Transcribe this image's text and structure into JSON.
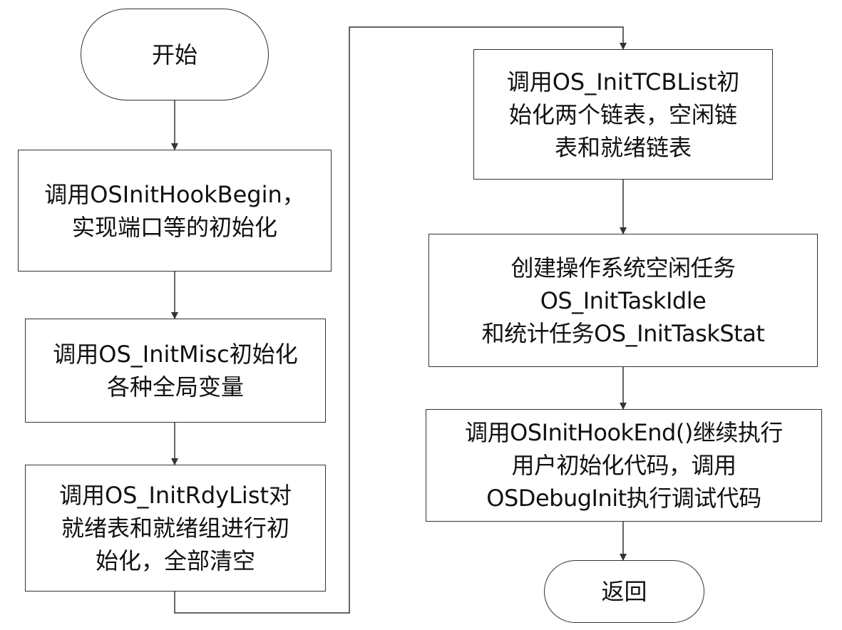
{
  "colors": {
    "stroke": "#333333",
    "text": "#111111",
    "background": "#ffffff"
  },
  "nodes": [
    {
      "id": "start",
      "shape": "terminal",
      "lines": [
        "开始"
      ]
    },
    {
      "id": "hook-begin",
      "shape": "process",
      "lines": [
        "调用OSInitHookBegin，",
        "实现端口等的初始化"
      ]
    },
    {
      "id": "init-misc",
      "shape": "process",
      "lines": [
        "调用OS_InitMisc初始化",
        "各种全局变量"
      ]
    },
    {
      "id": "init-rdylist",
      "shape": "process",
      "lines": [
        "调用OS_InitRdyList对",
        "就绪表和就绪组进行初",
        "始化，全部清空"
      ]
    },
    {
      "id": "init-tcblist",
      "shape": "process",
      "lines": [
        "调用OS_InitTCBList初",
        "始化两个链表，空闲链",
        "表和就绪链表"
      ]
    },
    {
      "id": "create-tasks",
      "shape": "process",
      "lines": [
        "创建操作系统空闲任务",
        "OS_InitTaskIdle",
        "和统计任务OS_InitTaskStat"
      ]
    },
    {
      "id": "hook-end",
      "shape": "process",
      "lines": [
        "调用OSInitHookEnd()继续执行",
        "用户初始化代码，调用",
        "OSDebugInit执行调试代码"
      ]
    },
    {
      "id": "return",
      "shape": "terminal",
      "lines": [
        "返回"
      ]
    }
  ],
  "edges": [
    {
      "from": "start",
      "to": "hook-begin"
    },
    {
      "from": "hook-begin",
      "to": "init-misc"
    },
    {
      "from": "init-misc",
      "to": "init-rdylist"
    },
    {
      "from": "init-rdylist",
      "to": "init-tcblist"
    },
    {
      "from": "init-tcblist",
      "to": "create-tasks"
    },
    {
      "from": "create-tasks",
      "to": "hook-end"
    },
    {
      "from": "hook-end",
      "to": "return"
    }
  ]
}
